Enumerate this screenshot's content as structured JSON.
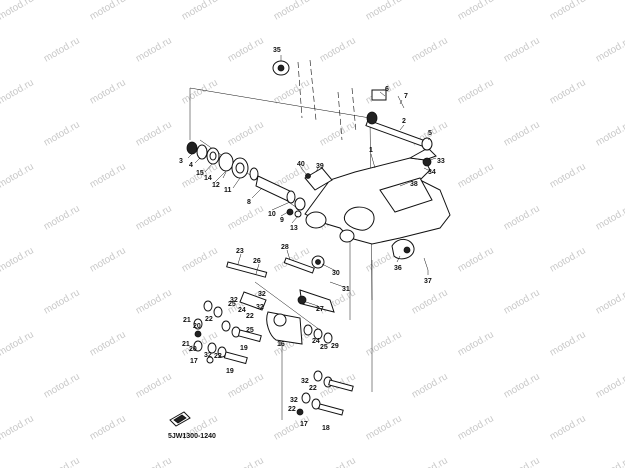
{
  "diagram": {
    "reference_code": "5JW1300-1240",
    "watermark_text": "motod.ru",
    "part_labels": [
      "35",
      "6",
      "7",
      "2",
      "5",
      "1",
      "40",
      "39",
      "33",
      "34",
      "38",
      "3",
      "4",
      "15",
      "14",
      "12",
      "11",
      "8",
      "10",
      "9",
      "13",
      "28",
      "23",
      "26",
      "30",
      "31",
      "36",
      "37",
      "27",
      "32",
      "25",
      "24",
      "22",
      "20",
      "21",
      "17",
      "19",
      "18",
      "16",
      "29"
    ],
    "callouts": [
      {
        "id": "c35",
        "text": "35"
      },
      {
        "id": "c6",
        "text": "6"
      },
      {
        "id": "c7",
        "text": "7"
      },
      {
        "id": "c2",
        "text": "2"
      },
      {
        "id": "c5",
        "text": "5"
      },
      {
        "id": "c1",
        "text": "1"
      },
      {
        "id": "c40",
        "text": "40"
      },
      {
        "id": "c39",
        "text": "39"
      },
      {
        "id": "c33",
        "text": "33"
      },
      {
        "id": "c34",
        "text": "34"
      },
      {
        "id": "c38",
        "text": "38"
      },
      {
        "id": "c3",
        "text": "3"
      },
      {
        "id": "c4",
        "text": "4"
      },
      {
        "id": "c15",
        "text": "15"
      },
      {
        "id": "c14",
        "text": "14"
      },
      {
        "id": "c12",
        "text": "12"
      },
      {
        "id": "c11",
        "text": "11"
      },
      {
        "id": "c8",
        "text": "8"
      },
      {
        "id": "c10",
        "text": "10"
      },
      {
        "id": "c9",
        "text": "9"
      },
      {
        "id": "c13",
        "text": "13"
      },
      {
        "id": "c28",
        "text": "28"
      },
      {
        "id": "c23",
        "text": "23"
      },
      {
        "id": "c26",
        "text": "26"
      },
      {
        "id": "c30",
        "text": "30"
      },
      {
        "id": "c31",
        "text": "31"
      },
      {
        "id": "c36",
        "text": "36"
      },
      {
        "id": "c37",
        "text": "37"
      },
      {
        "id": "c27",
        "text": "27"
      },
      {
        "id": "c32a",
        "text": "32"
      },
      {
        "id": "c25a",
        "text": "25"
      },
      {
        "id": "c24a",
        "text": "24"
      },
      {
        "id": "c22a",
        "text": "22"
      },
      {
        "id": "c32b",
        "text": "32"
      },
      {
        "id": "c32c",
        "text": "32"
      },
      {
        "id": "c21a",
        "text": "21"
      },
      {
        "id": "c20a",
        "text": "20"
      },
      {
        "id": "c22b",
        "text": "22"
      },
      {
        "id": "c21b",
        "text": "21"
      },
      {
        "id": "c20b",
        "text": "20"
      },
      {
        "id": "c25b",
        "text": "25"
      },
      {
        "id": "c17a",
        "text": "17"
      },
      {
        "id": "c32d",
        "text": "32"
      },
      {
        "id": "c22c",
        "text": "22"
      },
      {
        "id": "c19a",
        "text": "19"
      },
      {
        "id": "c19b",
        "text": "19"
      },
      {
        "id": "c16",
        "text": "16"
      },
      {
        "id": "c24b",
        "text": "24"
      },
      {
        "id": "c25c",
        "text": "25"
      },
      {
        "id": "c29",
        "text": "29"
      },
      {
        "id": "c32e",
        "text": "32"
      },
      {
        "id": "c22d",
        "text": "22"
      },
      {
        "id": "c32f",
        "text": "32"
      },
      {
        "id": "c22e",
        "text": "22"
      },
      {
        "id": "c17b",
        "text": "17"
      },
      {
        "id": "c18",
        "text": "18"
      }
    ]
  }
}
